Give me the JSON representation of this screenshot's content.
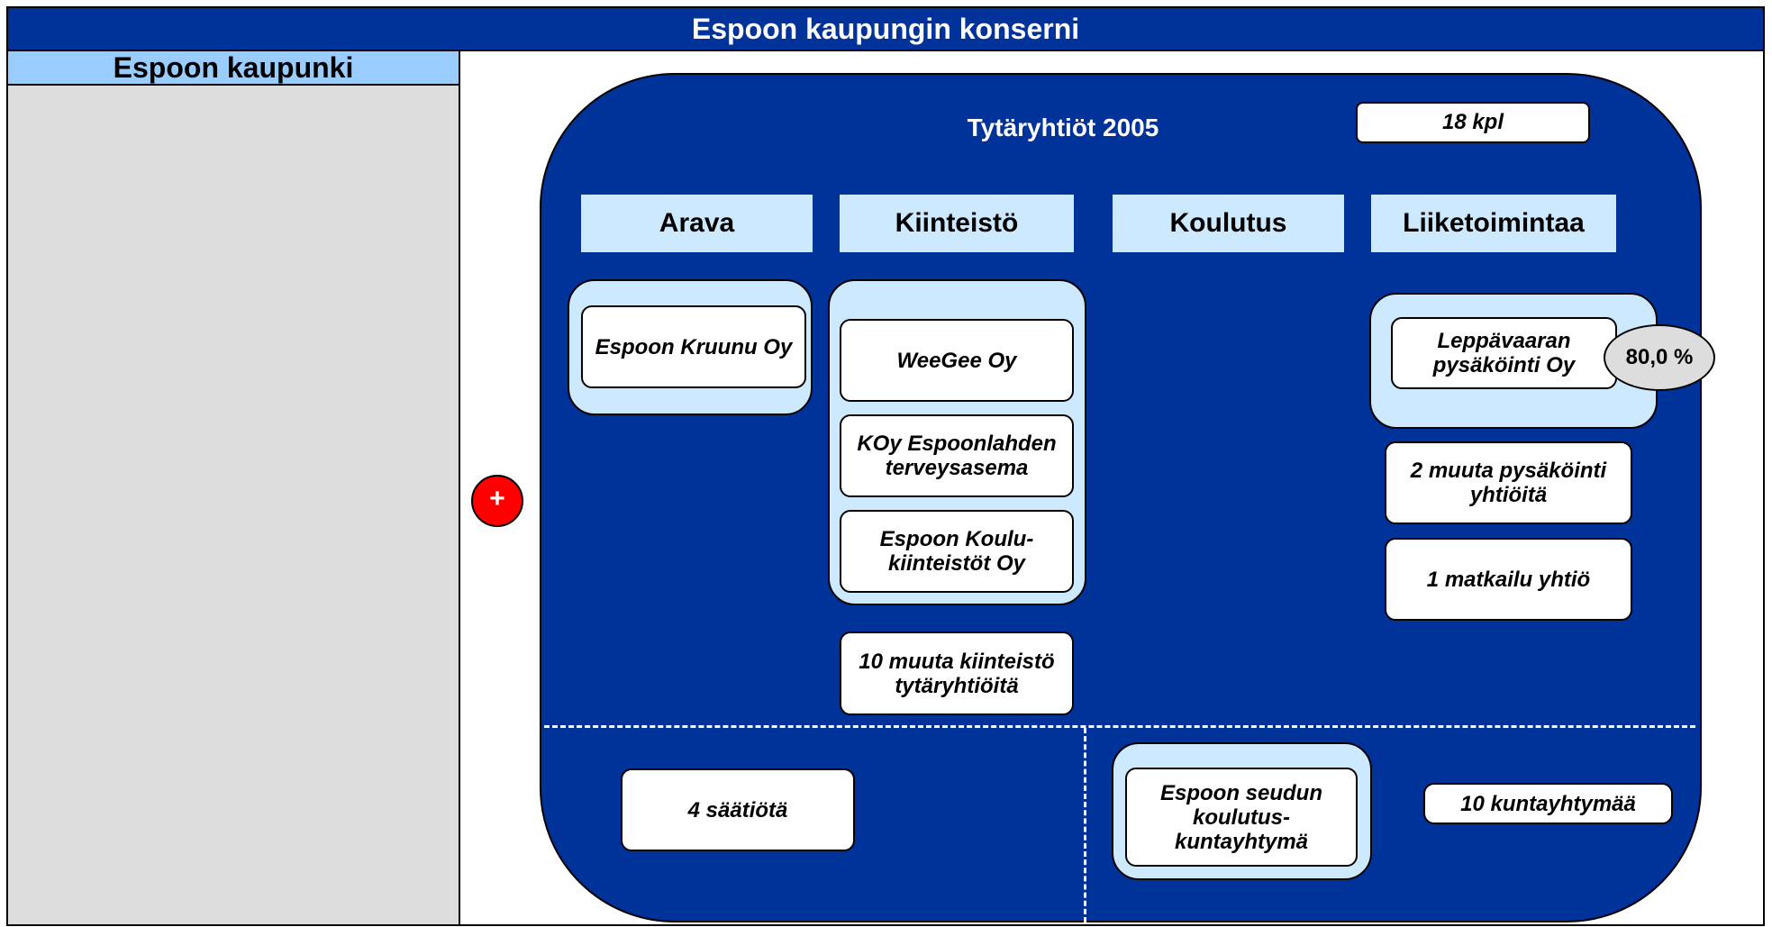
{
  "header": {
    "title": "Espoon kaupungin konserni"
  },
  "left": {
    "title": "Espoon kaupunki"
  },
  "plus_symbol": "+",
  "subsidiaries": {
    "title": "Tytäryhtiöt 2005",
    "count": "18 kpl",
    "categories": [
      "Arava",
      "Kiinteistö",
      "Koulutus",
      "Liiketoimintaa"
    ],
    "arava": {
      "items": [
        "Espoon Kruunu Oy"
      ]
    },
    "kiinteisto": {
      "items": [
        "WeeGee Oy",
        "KOy Espoonlahden terveysasema",
        "Espoon Koulu-kiinteistöt Oy"
      ],
      "other": "10 muuta kiinteistö tytäryhtiöitä"
    },
    "liiketoimintaa": {
      "main": "Leppävaaran pysäköinti Oy",
      "ownership": "80,0 %",
      "other_parking": "2 muuta pysäköinti yhtiöitä",
      "tourism": "1 matkailu yhtiö"
    }
  },
  "bottom": {
    "foundations": "4 säätiötä",
    "education_consortium": "Espoon seudun koulutus-kuntayhtymä",
    "joint_authorities": "10 kuntayhtymää"
  },
  "colors": {
    "header_blue": "#003399",
    "light_blue_title": "#99ccff",
    "category_blue": "#cce9ff",
    "left_panel_gray": "#dddddd",
    "plus_red": "#ff0000"
  }
}
